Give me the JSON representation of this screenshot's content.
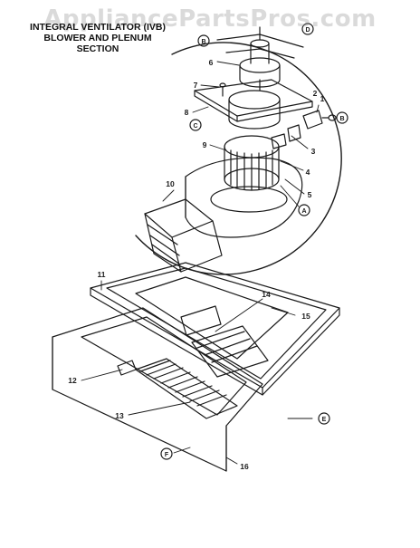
{
  "watermark": "AppliancePartsPros.com",
  "title": {
    "line1": "INTEGRAL VENTILATOR (IVB)",
    "line2": "BLOWER AND PLENUM",
    "line3": "SECTION"
  },
  "callouts": {
    "c1": "1",
    "c2": "2",
    "c3": "3",
    "c4": "4",
    "c5": "5",
    "c6": "6",
    "c7": "7",
    "c8": "8",
    "c9": "9",
    "c10": "10",
    "c11": "11",
    "c12": "12",
    "c13": "13",
    "c14": "14",
    "c15": "15",
    "c16": "16"
  },
  "connectors": {
    "A": "A",
    "B1": "B",
    "B2": "B",
    "C": "C",
    "D": "D",
    "E": "E",
    "F": "F"
  },
  "colors": {
    "ink": "#1a1a1a",
    "watermark": "#999999"
  }
}
